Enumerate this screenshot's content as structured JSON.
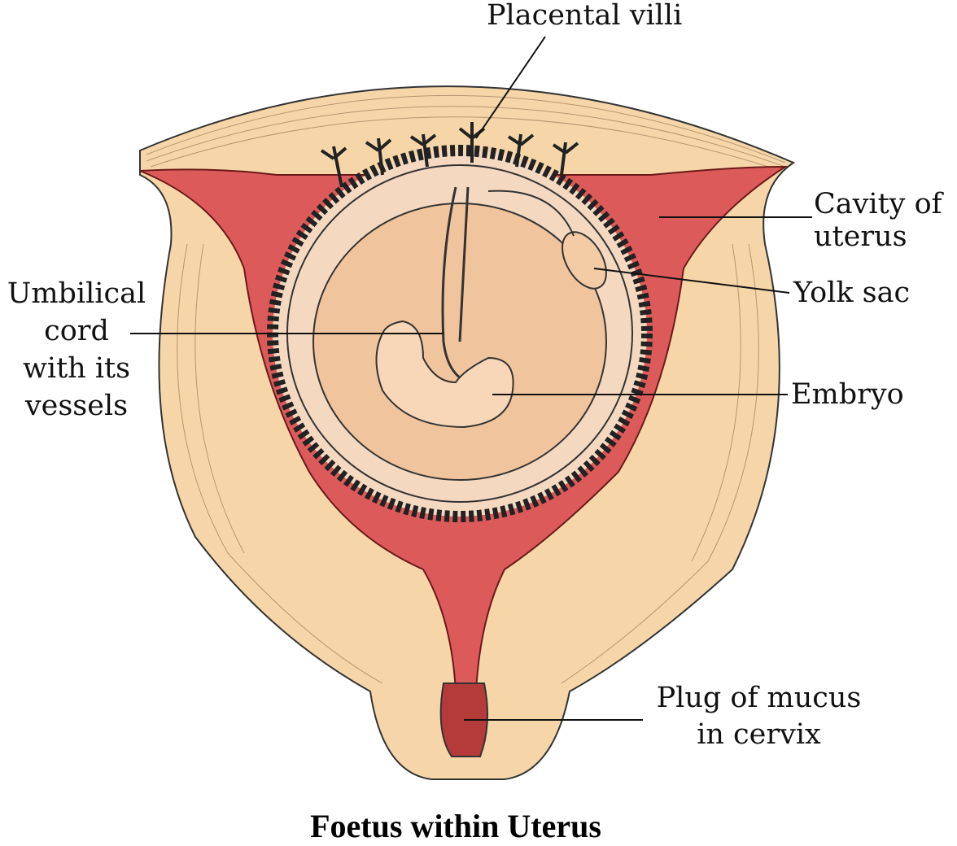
{
  "title": "Foetus within Uterus",
  "labels": {
    "placental_villi": "Placental villi",
    "cavity_line1": "Cavity of",
    "cavity_line2": "uterus",
    "yolk_sac": "Yolk sac",
    "umbilical_line1": "Umbilical",
    "umbilical_line2": "cord",
    "umbilical_line3": "with its",
    "umbilical_line4": "vessels",
    "embryo": "Embryo",
    "plug_line1": "Plug of mucus",
    "plug_line2": "in cervix"
  },
  "colors": {
    "wall": "#f6d6a8",
    "cavity": "#dd5a5a",
    "embryo": "#f0c49c",
    "outline": "#222222"
  }
}
